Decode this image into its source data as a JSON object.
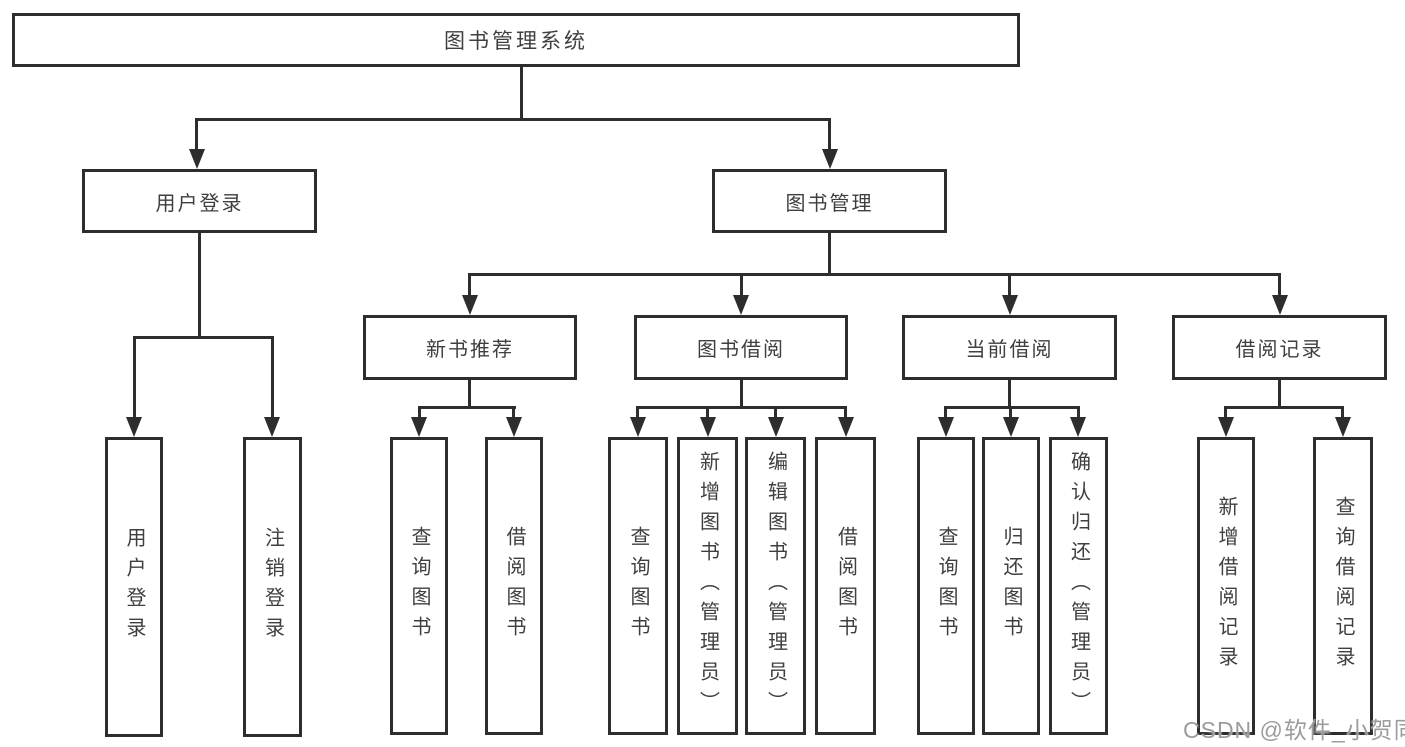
{
  "diagram_title": "图书管理系统",
  "tree": {
    "root": {
      "label": "图书管理系统"
    },
    "branches": [
      {
        "label": "用户登录",
        "children": [
          {
            "label": "用户登录"
          },
          {
            "label": "注销登录"
          }
        ]
      },
      {
        "label": "图书管理",
        "children": [
          {
            "label": "新书推荐",
            "children": [
              {
                "label": "查询图书"
              },
              {
                "label": "借阅图书"
              }
            ]
          },
          {
            "label": "图书借阅",
            "children": [
              {
                "label": "查询图书"
              },
              {
                "label": "新增图书（管理员）"
              },
              {
                "label": "编辑图书（管理员）"
              },
              {
                "label": "借阅图书"
              }
            ]
          },
          {
            "label": "当前借阅",
            "children": [
              {
                "label": "查询图书"
              },
              {
                "label": "归还图书"
              },
              {
                "label": "确认归还（管理员）"
              }
            ]
          },
          {
            "label": "借阅记录",
            "children": [
              {
                "label": "新增借阅记录"
              },
              {
                "label": "查询借阅记录"
              }
            ]
          }
        ]
      }
    ]
  },
  "watermark": {
    "text": "CSDN @软件_小贺同学"
  },
  "colors": {
    "line": "#2d2d2d",
    "text": "#3f3f3f",
    "watermark": "#9c9c9c",
    "background": "#ffffff"
  }
}
